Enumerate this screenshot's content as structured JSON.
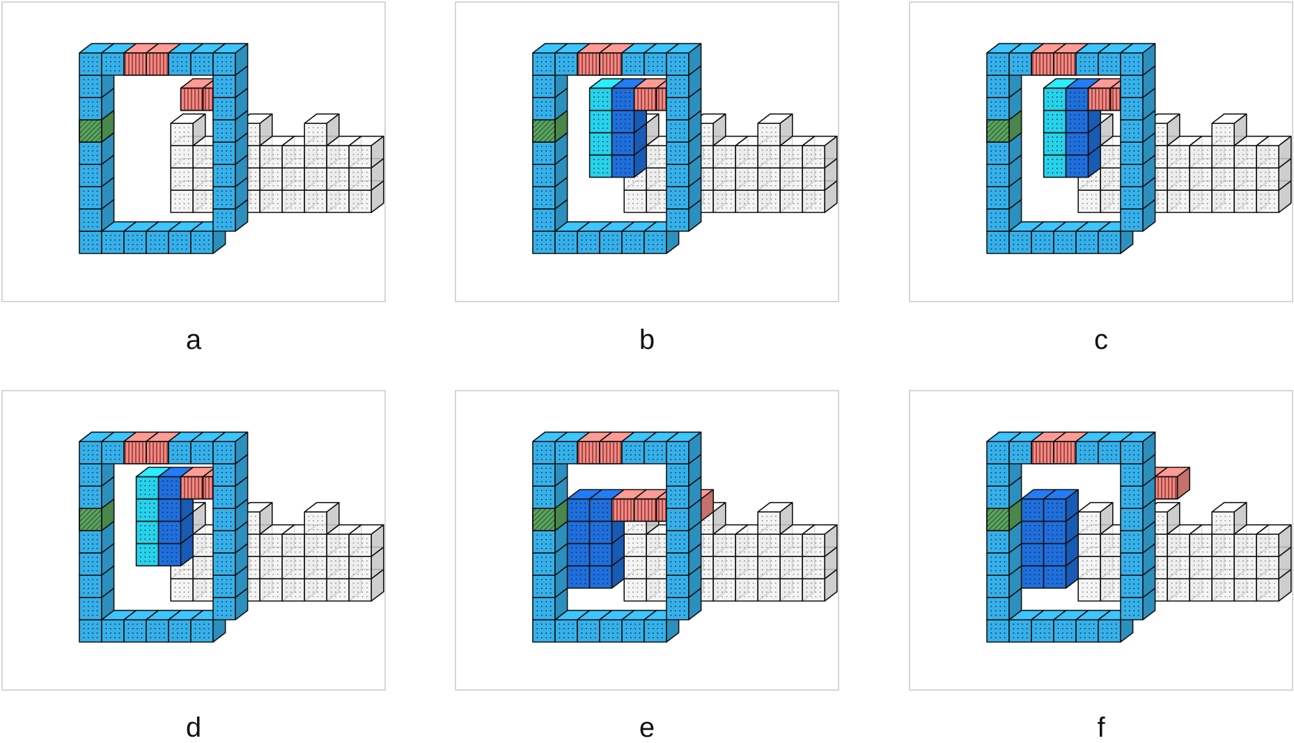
{
  "panels": [
    {
      "label": "a",
      "variant": 0
    },
    {
      "label": "b",
      "variant": 1
    },
    {
      "label": "c",
      "variant": 2
    },
    {
      "label": "d",
      "variant": 3
    },
    {
      "label": "e",
      "variant": 4
    },
    {
      "label": "f",
      "variant": 5
    }
  ],
  "colors": {
    "frame_blue": "#36b0e8",
    "red_striped": "#f08a84",
    "green_hatched": "#5aa55a",
    "cyan": "#27d3ea",
    "dark_blue": "#1f6fdc",
    "white_grid": "#f2f2f2",
    "panel_border": "#d6d6d6"
  }
}
